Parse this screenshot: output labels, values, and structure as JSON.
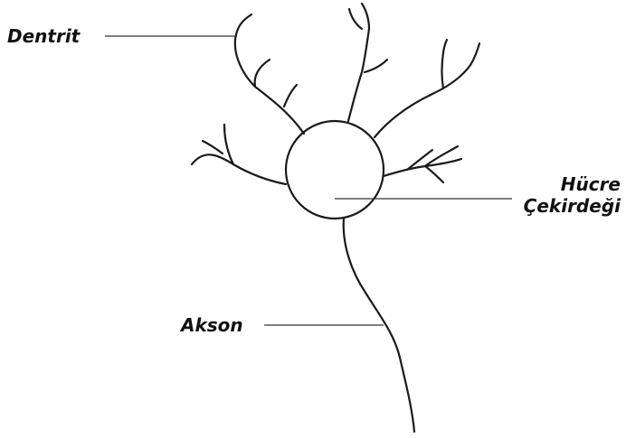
{
  "labels": {
    "dendrite": "Dentrit",
    "nucleus_line1": "Hücre",
    "nucleus_line2": "Çekirdeği",
    "axon": "Akson"
  },
  "colors": {
    "line": "#1a1a1a",
    "background": "#ffffff"
  }
}
